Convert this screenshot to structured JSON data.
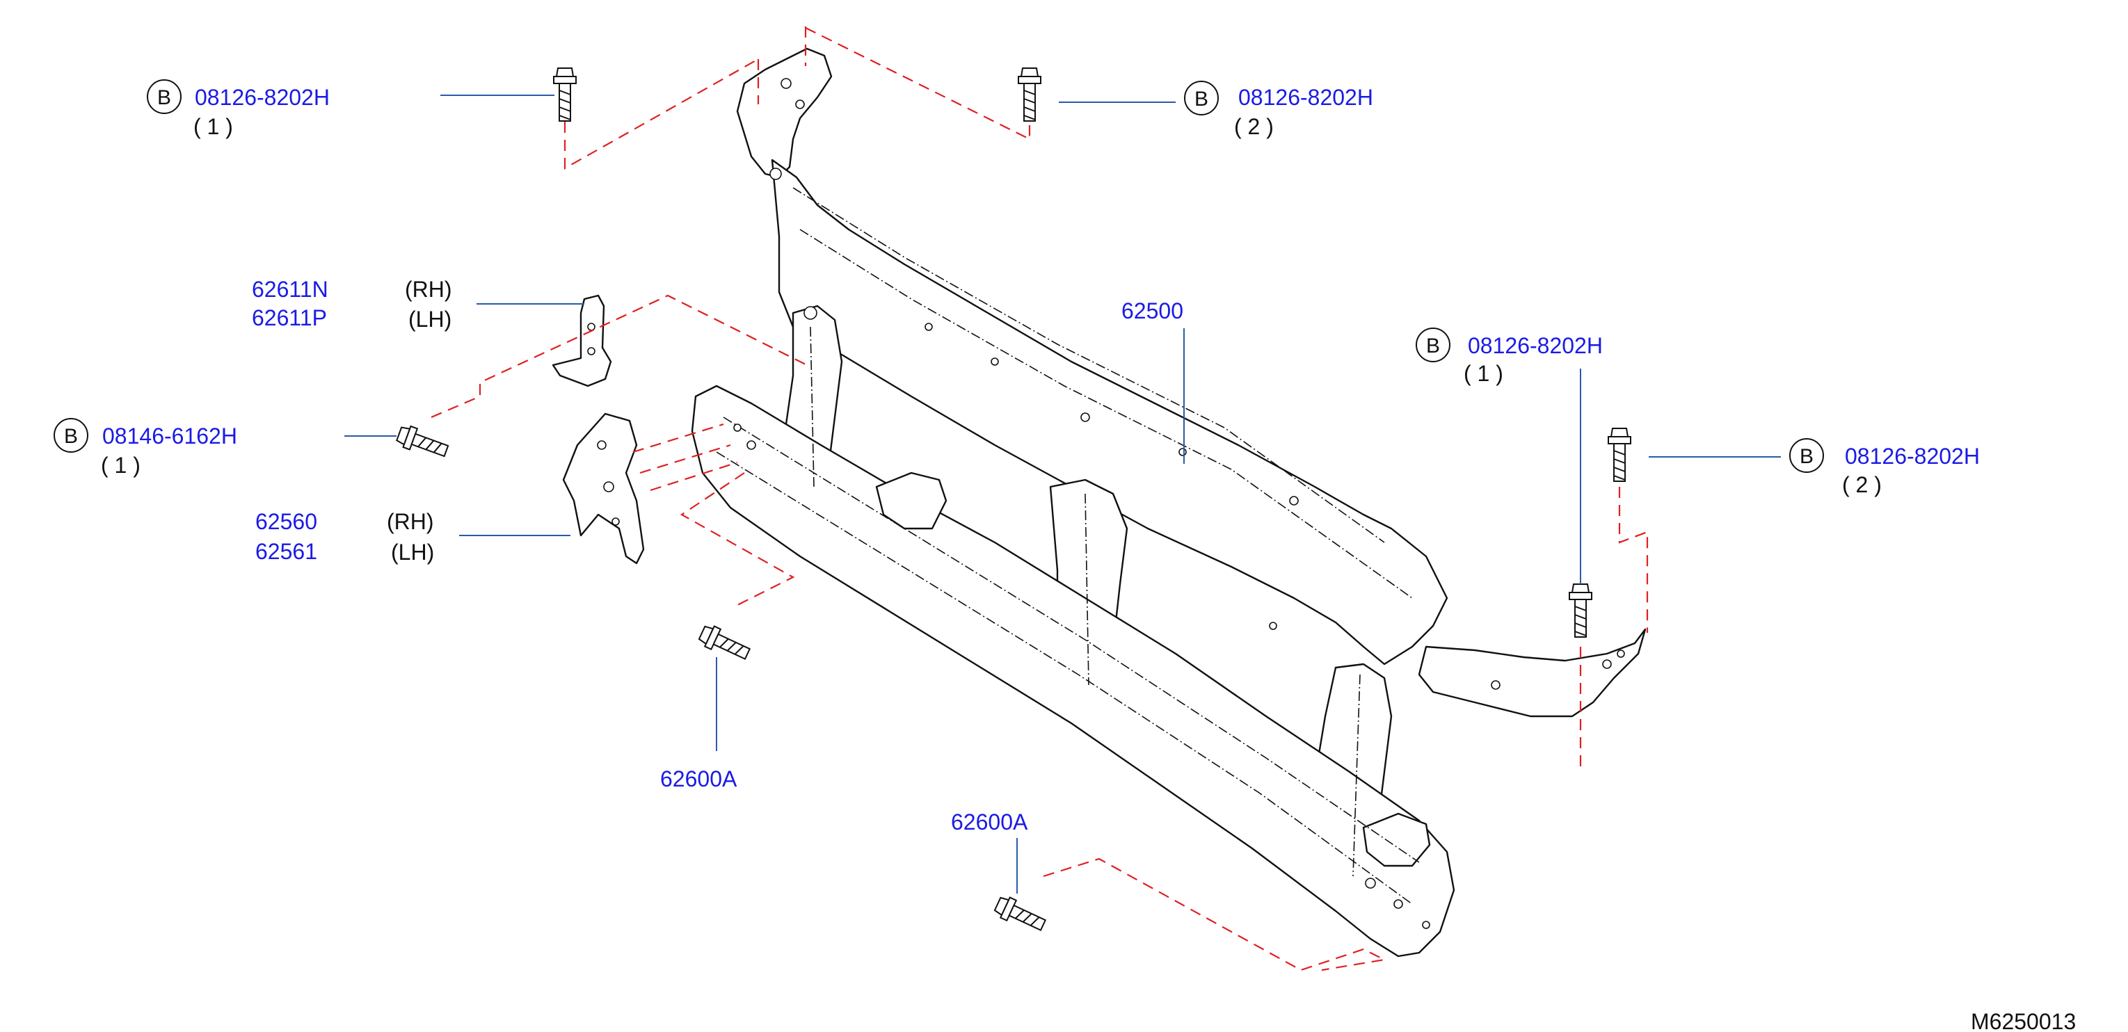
{
  "diagram_id": "M6250013",
  "callouts": [
    {
      "id": "c1",
      "marker": "B",
      "part": "08126-8202H",
      "qty": "( 1 )"
    },
    {
      "id": "c2",
      "marker": "B",
      "part": "08126-8202H",
      "qty": "( 2 )"
    },
    {
      "id": "c3",
      "marker": "B",
      "part": "08126-8202H",
      "qty": "( 1 )"
    },
    {
      "id": "c4",
      "marker": "B",
      "part": "08126-8202H",
      "qty": "( 2 )"
    },
    {
      "id": "c5",
      "marker": "B",
      "part": "08146-6162H",
      "qty": "( 1 )"
    }
  ],
  "parts": {
    "p62611": {
      "rh": "62611N",
      "rh_side": "(RH)",
      "lh": "62611P",
      "lh_side": "(LH)"
    },
    "p62560": {
      "rh": "62560",
      "rh_side": "(RH)",
      "lh": "62561",
      "lh_side": "(LH)"
    },
    "p62500": "62500",
    "p62600A_left": "62600A",
    "p62600A_right": "62600A"
  }
}
